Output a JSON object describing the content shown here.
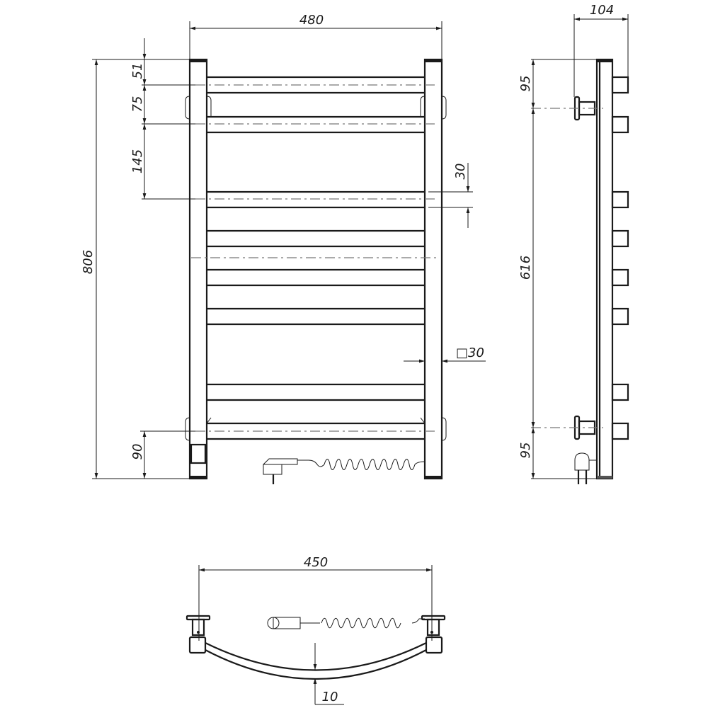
{
  "drawing": {
    "subject": "Electric heated towel rail — technical drawing",
    "views": [
      "front",
      "side",
      "top"
    ],
    "front_view": {
      "overall_width": "480",
      "overall_height": "806",
      "top_to_first_bar_center": "51",
      "mount_spacing_top": "75",
      "bar_spacing": "145",
      "bar_height": "30",
      "post_section": "□30",
      "bottom_mount_height": "90",
      "rail_count": 8
    },
    "side_view": {
      "depth": "104",
      "top_mount_offset": "95",
      "mount_spacing": "616",
      "bottom_mount_offset": "95"
    },
    "top_view": {
      "mount_spacing": "450",
      "curve_depth": "10"
    }
  },
  "colors": {
    "line": "#1a1a1a",
    "centerline": "#777777",
    "background": "#ffffff"
  }
}
